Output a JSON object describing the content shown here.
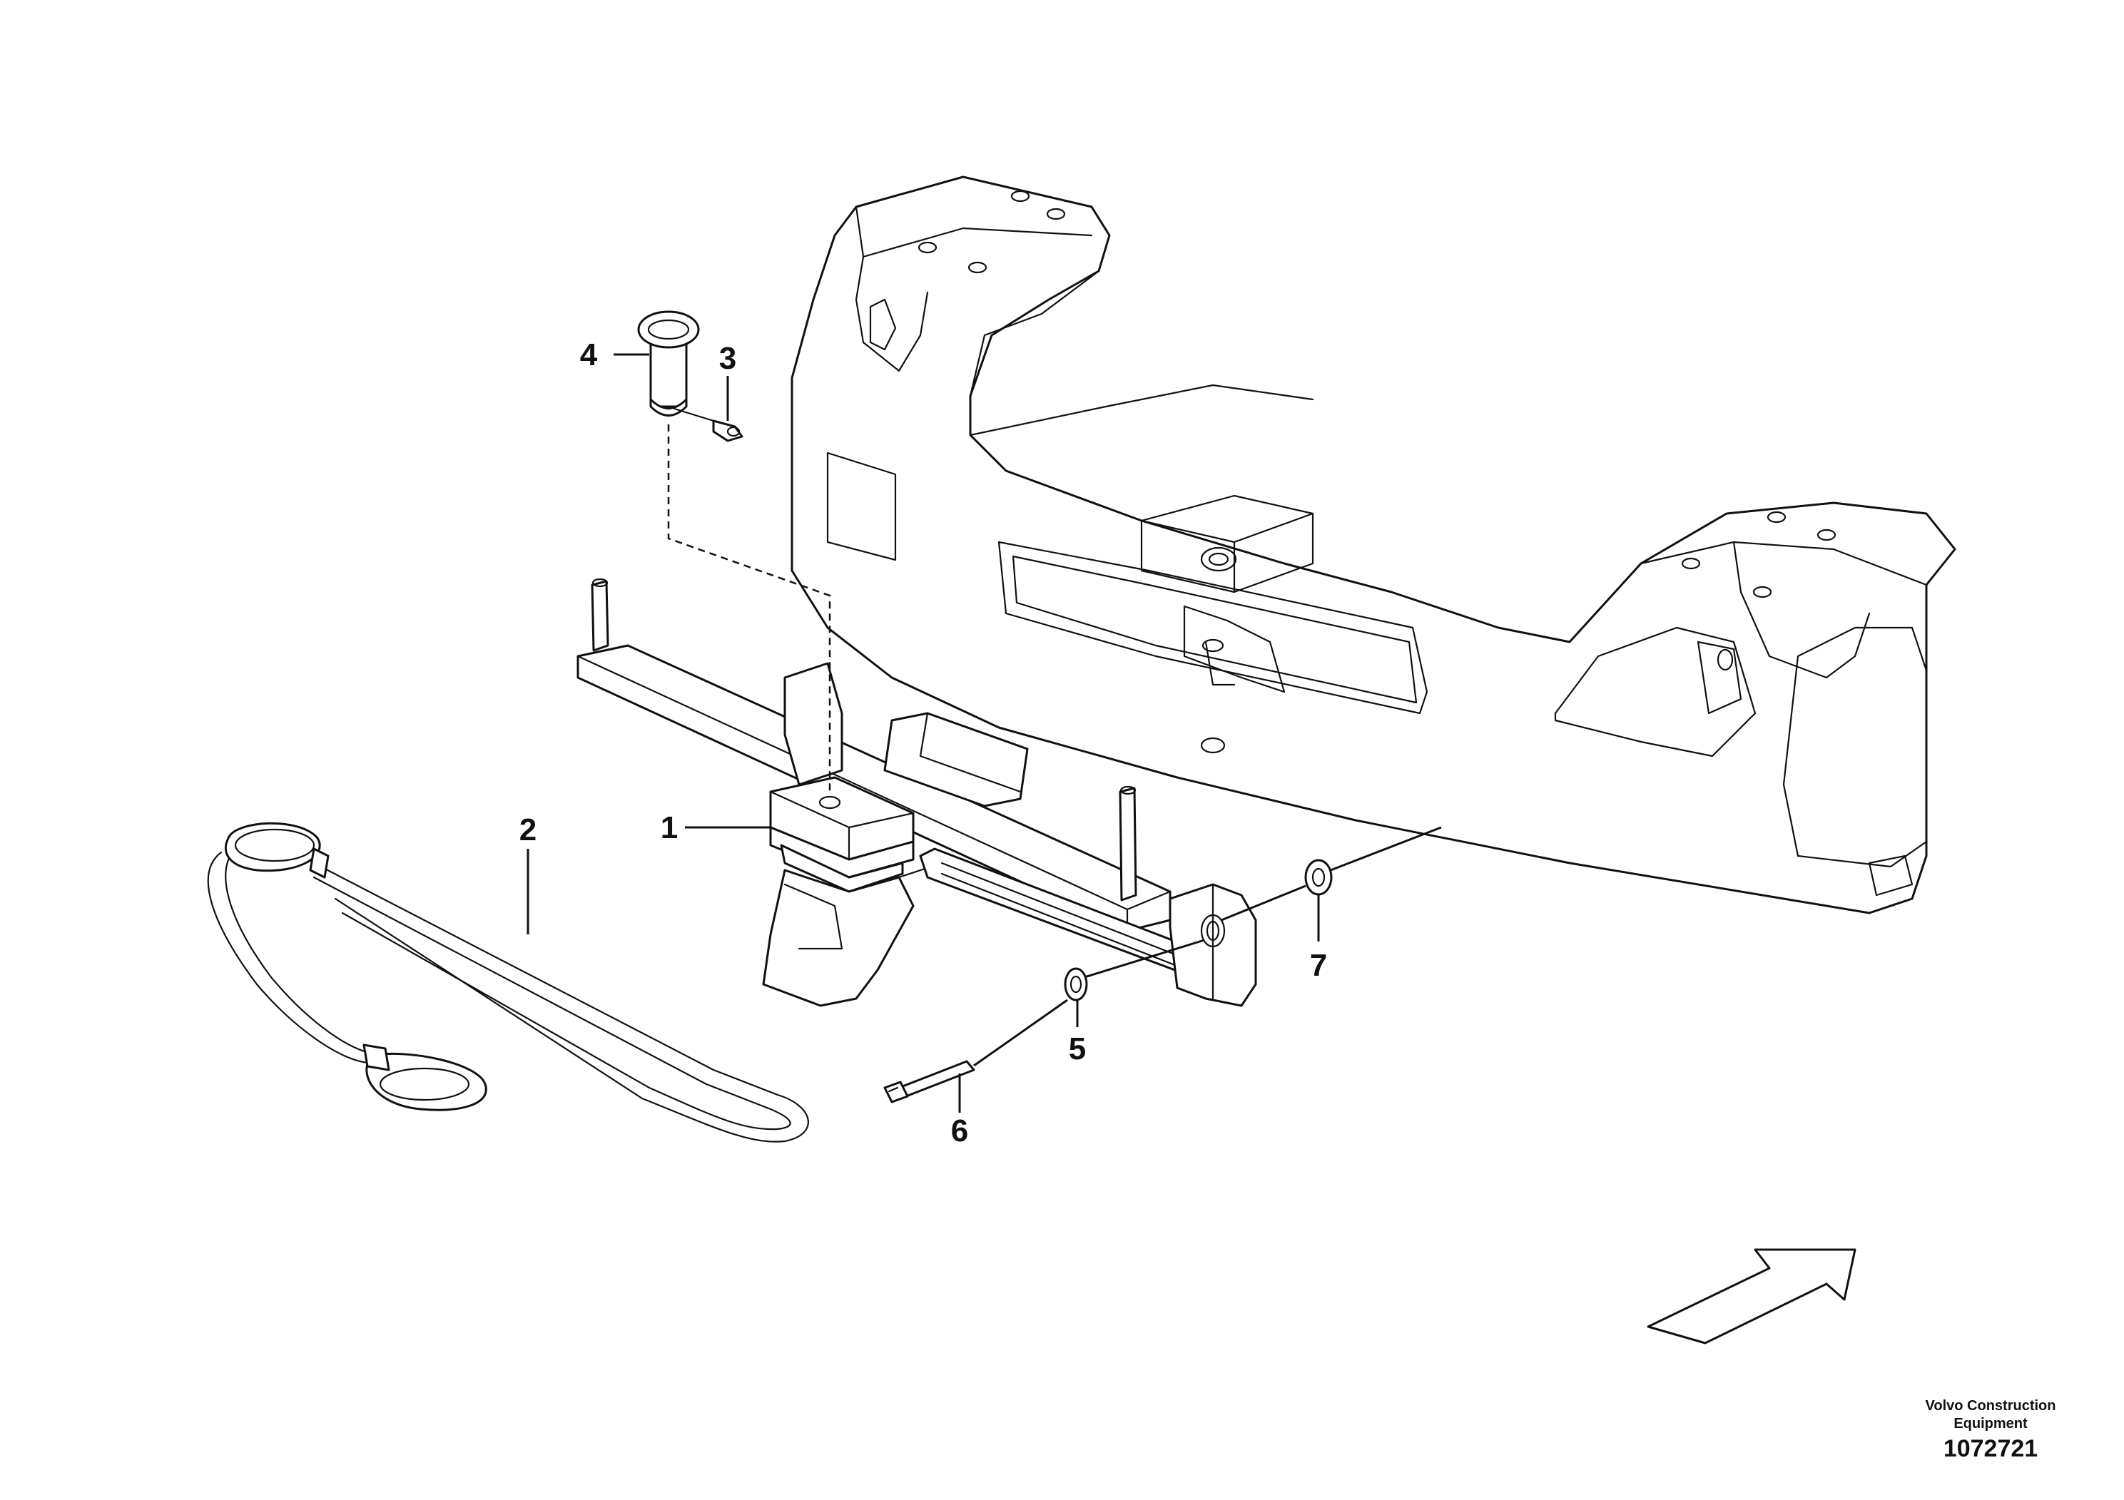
{
  "diagram": {
    "callouts": [
      {
        "id": "1",
        "label": "1"
      },
      {
        "id": "2",
        "label": "2"
      },
      {
        "id": "3",
        "label": "3"
      },
      {
        "id": "4",
        "label": "4"
      },
      {
        "id": "5",
        "label": "5"
      },
      {
        "id": "6",
        "label": "6"
      },
      {
        "id": "7",
        "label": "7"
      }
    ],
    "branding": {
      "line1": "Volvo Construction",
      "line2": "Equipment",
      "drawing_number": "1072721"
    },
    "icons": [
      "direction-arrow-icon"
    ],
    "colors": {
      "line": "#111111",
      "background": "#ffffff"
    }
  }
}
